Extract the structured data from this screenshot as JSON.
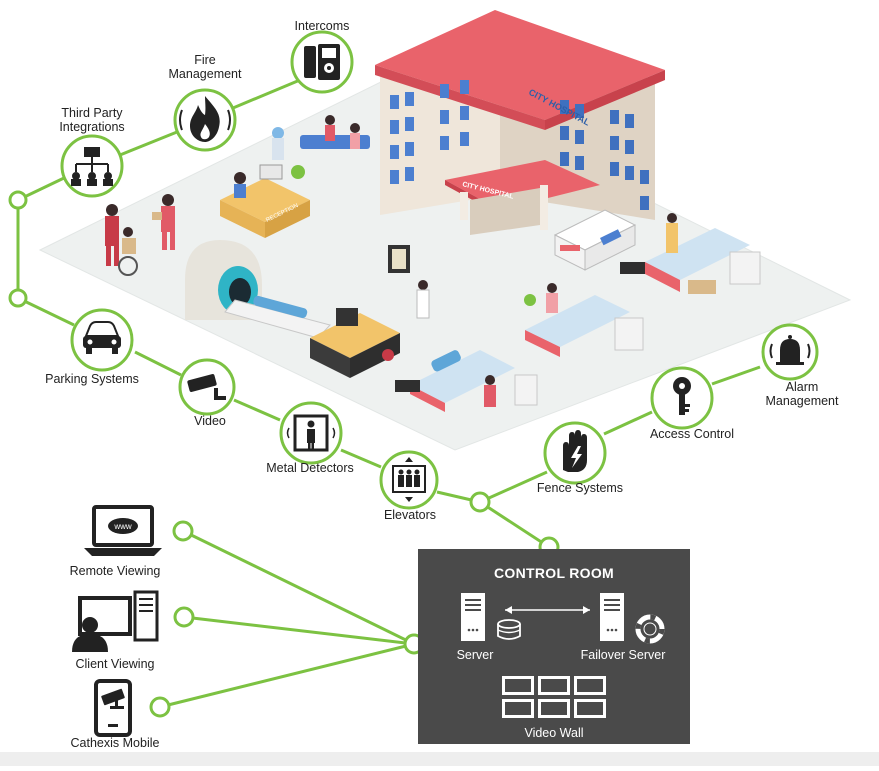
{
  "colors": {
    "accent": "#7cc242",
    "control_room_bg": "#4a4a4a",
    "floor": "#eef1f0",
    "hospital_roof": "#e9636b",
    "hospital_wall": "#efe6da",
    "window": "#4c7fd0"
  },
  "systems": {
    "intercoms": {
      "label": "Intercoms",
      "icon": "intercom-icon"
    },
    "fire_management": {
      "label_line1": "Fire",
      "label_line2": "Management",
      "icon": "fire-icon"
    },
    "third_party": {
      "label_line1": "Third Party",
      "label_line2": "Integrations",
      "icon": "hierarchy-icon"
    },
    "parking": {
      "label": "Parking Systems",
      "icon": "car-icon"
    },
    "video": {
      "label": "Video",
      "icon": "cctv-camera-icon"
    },
    "metal_detectors": {
      "label": "Metal Detectors",
      "icon": "metal-detector-icon"
    },
    "elevators": {
      "label": "Elevators",
      "icon": "elevator-icon"
    },
    "fence": {
      "label": "Fence Systems",
      "icon": "electric-hand-icon"
    },
    "access_control": {
      "label": "Access Control",
      "icon": "key-icon"
    },
    "alarm": {
      "label_line1": "Alarm",
      "label_line2": "Management",
      "icon": "alarm-bell-icon"
    }
  },
  "clients": {
    "remote_viewing": {
      "label": "Remote Viewing",
      "icon": "laptop-www-icon"
    },
    "client_viewing": {
      "label": "Client Viewing",
      "icon": "workstation-icon"
    },
    "mobile": {
      "label": "Cathexis Mobile",
      "icon": "mobile-camera-icon"
    }
  },
  "control_room": {
    "title": "CONTROL ROOM",
    "server_label": "Server",
    "failover_label": "Failover Server",
    "video_wall_label": "Video Wall"
  },
  "building": {
    "sign_top": "CITY HOSPITAL",
    "sign_entrance": "CITY HOSPITAL",
    "reception_sign": "RECEPTION"
  }
}
